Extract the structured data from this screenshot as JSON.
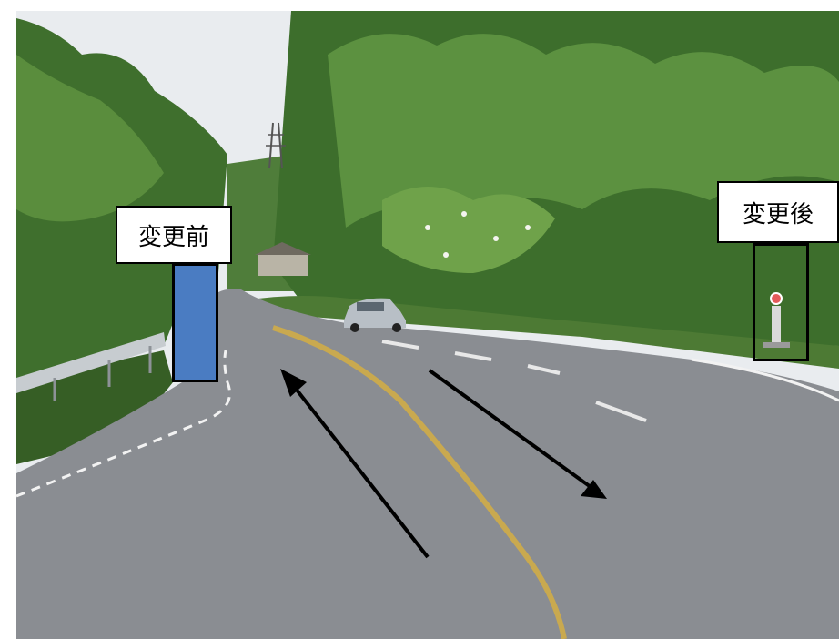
{
  "labels": {
    "before": "変更前",
    "after": "変更後"
  },
  "colors": {
    "before_marker_fill": "#4a7cc2",
    "marker_border": "#000000"
  },
  "scene": {
    "icons": [
      "guardrail",
      "parked-car",
      "bus-stop-sign",
      "power-pylon",
      "trees",
      "road-centerline"
    ]
  }
}
